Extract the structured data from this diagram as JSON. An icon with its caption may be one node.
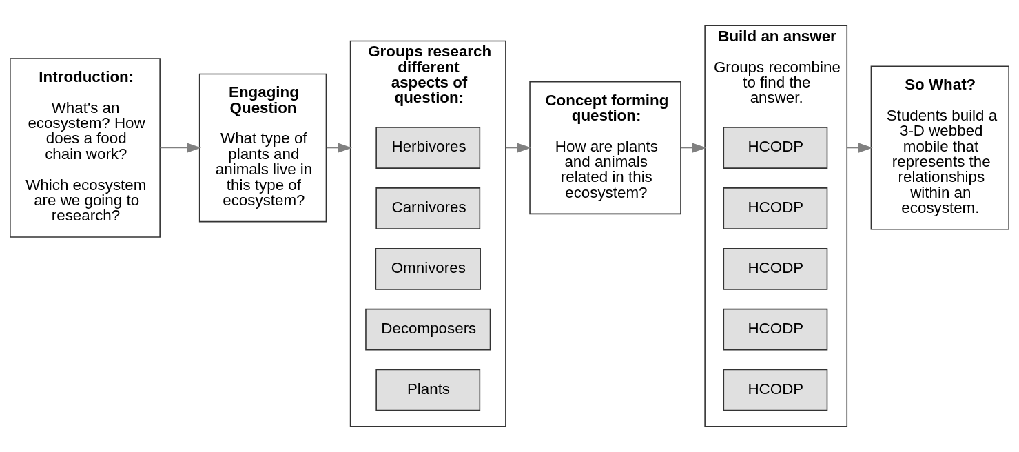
{
  "diagram": {
    "nodes": [
      {
        "text": [
          "Introduction:",
          "What's an ecosystem? How does a food chain work?",
          "Which ecosystem are we going to research?"
        ]
      },
      {
        "text": [
          "Engaging Question",
          "What type of plants and animals live in this type of ecosystem?"
        ]
      },
      {
        "text": [
          "Groups research different aspects of question:"
        ]
      },
      {
        "text": [
          "Herbivores"
        ],
        "in": 2
      },
      {
        "text": [
          "Carnivores"
        ],
        "in": 2
      },
      {
        "text": [
          "Omnivores"
        ],
        "in": 2
      },
      {
        "text": [
          "Decomposers"
        ],
        "in": 2
      },
      {
        "text": [
          "Plants"
        ],
        "in": 2
      },
      {
        "text": [
          "Concept forming question:",
          "How are plants and animals related in this ecosystem?"
        ]
      },
      {
        "text": [
          "Build an answer",
          "Groups recombine to find the answer."
        ]
      },
      {
        "text": [
          "HCODP"
        ],
        "in": 9
      },
      {
        "text": [
          "HCODP"
        ],
        "in": 9
      },
      {
        "text": [
          "HCODP"
        ],
        "in": 9
      },
      {
        "text": [
          "HCODP"
        ],
        "in": 9
      },
      {
        "text": [
          "HCODP"
        ],
        "in": 9
      },
      {
        "text": [
          "So What?",
          "Students build a 3-D webbed mobile that represents the relationships within an ecosystem."
        ]
      }
    ],
    "edges": [
      {
        "from": 0,
        "to": 1,
        "arrow": "to"
      },
      {
        "from": 1,
        "to": 2,
        "arrow": "to"
      },
      {
        "from": 2,
        "to": 8,
        "arrow": "to"
      },
      {
        "from": 8,
        "to": 9,
        "arrow": "to"
      },
      {
        "from": 9,
        "to": 15,
        "arrow": "to"
      }
    ]
  }
}
